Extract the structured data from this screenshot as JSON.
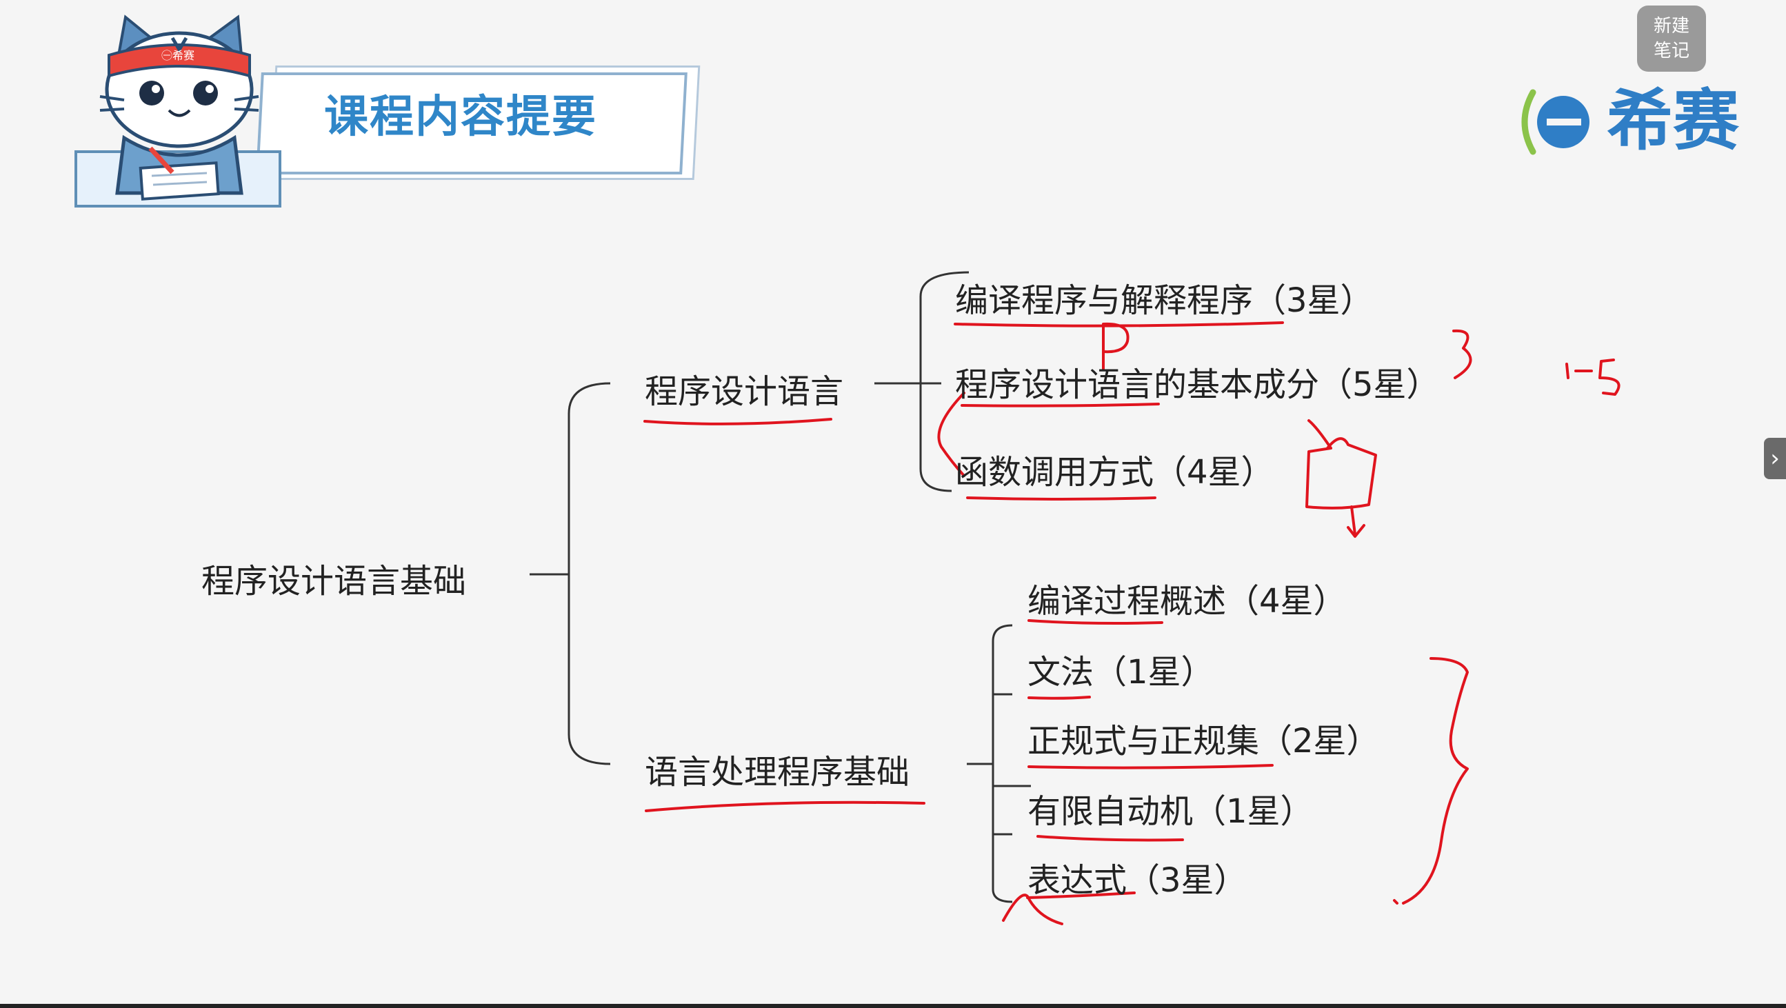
{
  "header": {
    "title": "课程内容提要",
    "mascot_badge": "㊀希赛"
  },
  "brand": {
    "name": "希赛",
    "color": "#2f7ec6",
    "icon": "xisai-e-logo-icon"
  },
  "note_button": {
    "line1": "新建",
    "line2": "笔记"
  },
  "side_panel_toggle": {
    "icon": "chevron-right-icon",
    "glyph": "›"
  },
  "mindmap": {
    "root": "程序设计语言基础",
    "branches": [
      {
        "label": "程序设计语言",
        "items": [
          "编译程序与解释程序（3星）",
          "程序设计语言的基本成分（5星）",
          "函数调用方式（4星）"
        ]
      },
      {
        "label": "语言处理程序基础",
        "items": [
          "编译过程概述（4星）",
          "文法（1星）",
          "正规式与正规集（2星）",
          "有限自动机（1星）",
          "表达式（3星）"
        ]
      }
    ]
  },
  "annotations": {
    "color": "#e0141e",
    "marks": [
      "3",
      "1-5"
    ]
  },
  "colors": {
    "background": "#f5f5f5",
    "title_blue": "#2f86c8",
    "tree_line": "#333333",
    "ink_red": "#e0141e"
  }
}
